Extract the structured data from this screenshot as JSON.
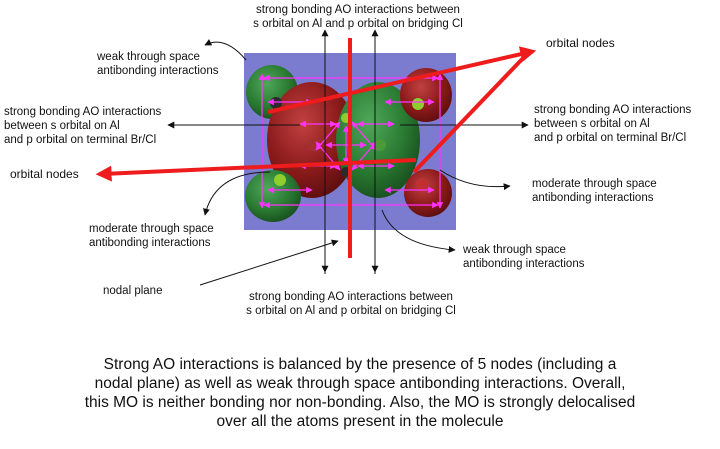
{
  "labels": {
    "top_bonding": [
      "strong bonding AO interactions between",
      "s orbital on Al and p orbital on bridging Cl"
    ],
    "weak_top_left": [
      "weak through space",
      "antibonding interactions"
    ],
    "left_bonding": [
      "strong bonding AO interactions",
      "between s orbital on Al",
      "and p orbital on terminal Br/Cl"
    ],
    "orbital_nodes_left": "orbital nodes",
    "moderate_left": [
      "moderate through space",
      "antibonding interactions"
    ],
    "nodal_plane": "nodal plane",
    "bottom_bonding": [
      "strong bonding AO interactions between",
      "s orbital on Al and p orbital on bridging Cl"
    ],
    "weak_bottom_right": [
      "weak through space",
      "antibonding interactions"
    ],
    "moderate_right": [
      "moderate through space",
      "antibonding interactions"
    ],
    "right_bonding": [
      "strong bonding AO interactions",
      "between s orbital on Al",
      "and p orbital on terminal Br/Cl"
    ],
    "orbital_nodes_right": "orbital nodes"
  },
  "caption": [
    "Strong AO interactions is balanced by the presence of 5 nodes (including a",
    "nodal plane) as well as weak through space antibonding interactions. Overall,",
    "this MO is neither bonding nor non-bonding. Also, the MO is strongly delocalised",
    "over all the atoms present in the molecule"
  ],
  "colors": {
    "background_panel": "#7b7bd0",
    "lobe_red": "#8a1a1a",
    "lobe_green": "#2a7a32",
    "node_arrow": "#ee1c1c",
    "interaction_arrow": "#ff33ff",
    "pointer": "#111111"
  }
}
